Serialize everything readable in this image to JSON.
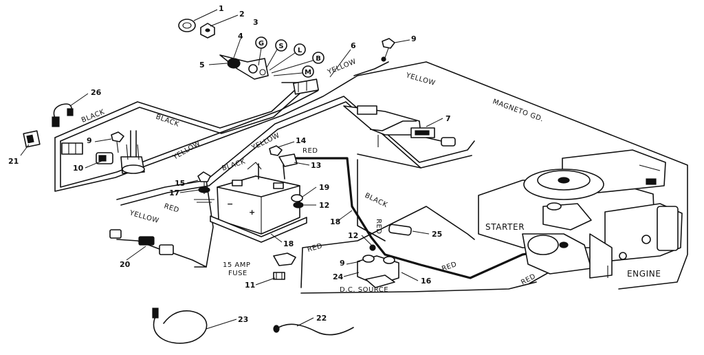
{
  "callouts": [
    "1",
    "2",
    "3",
    "4",
    "5",
    "6",
    "9",
    "26",
    "7",
    "9",
    "21",
    "10",
    "14",
    "13",
    "15",
    "17",
    "19",
    "12",
    "18",
    "18",
    "12",
    "25",
    "20",
    "9",
    "24",
    "16",
    "11",
    "23",
    "22"
  ],
  "switch_positions": [
    "G",
    "S",
    "L",
    "B",
    "M"
  ],
  "wire_labels": {
    "yellow_top": "YELLOW",
    "yellow_right": "YELLOW",
    "magneto": "MAGNETO GD.",
    "black_left": "BLACK",
    "black_mid": "BLACK",
    "yellow_mid": "YELLOW",
    "yellow_batt": "YELLOW",
    "red_batt": "RED",
    "black_batt": "BLACK",
    "black_right": "BLACK",
    "red_vert": "RED",
    "yellow_low": "YELLOW",
    "red_low": "RED",
    "red_bottom": "RED",
    "red_starter": "RED",
    "red_engine": "RED"
  },
  "component_labels": {
    "starter": "STARTER",
    "engine": "ENGINE",
    "fuse_line1": "15 AMP",
    "fuse_line2": "FUSE",
    "dc_source": "D.C. SOURCE"
  }
}
